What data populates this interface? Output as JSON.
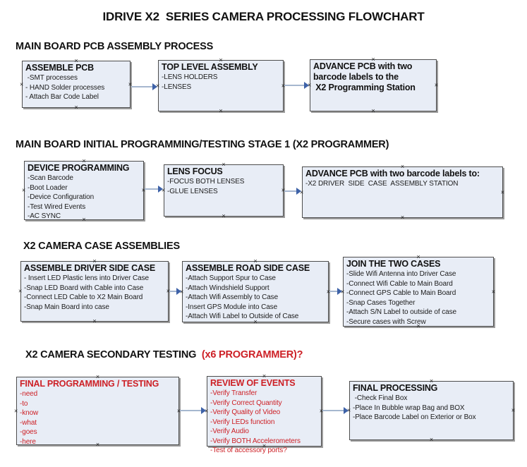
{
  "title": "IDRIVE X2  SERIES CAMERA PROCESSING FLOWCHART",
  "colors": {
    "box_fill": "#e8edf6",
    "box_border": "#4d4d4d",
    "box_shadow": "#9c9c9c",
    "red_text": "#cd2026",
    "arrow_line": "#a6b7cf",
    "arrow_head": "#3e62a8",
    "text": "#111111",
    "background": "#ffffff"
  },
  "icons": {
    "glue_point": "×",
    "arrow_head": "►"
  },
  "sections": [
    {
      "header": "MAIN BOARD PCB ASSEMBLY PROCESS",
      "boxes": [
        {
          "title": "ASSEMBLE PCB",
          "lines": [
            " -SMT processes",
            "- HAND Solder processes",
            "- Attach Bar Code Label"
          ]
        },
        {
          "title": "TOP LEVEL ASSEMBLY",
          "lines": [
            "-LENS HOLDERS",
            "-LENSES"
          ]
        },
        {
          "title": "ADVANCE PCB with two\nbarcode labels to the\n X2 Programming Station",
          "lines": []
        }
      ]
    },
    {
      "header": "MAIN BOARD INITIAL PROGRAMMING/TESTING STAGE 1 (X2 PROGRAMMER)",
      "boxes": [
        {
          "title": "DEVICE PROGRAMMING",
          "lines": [
            "-Scan Barcode",
            "-Boot Loader",
            "-Device Configuration",
            "-Test Wired Events",
            "-AC SYNC"
          ]
        },
        {
          "title": "LENS FOCUS",
          "lines": [
            "-FOCUS BOTH LENSES",
            "-GLUE LENSES"
          ]
        },
        {
          "title": "ADVANCE PCB with two barcode labels to:",
          "lines": [
            "-X2 DRIVER  SIDE  CASE  ASSEMBLY STATION"
          ]
        }
      ]
    },
    {
      "header": "X2 CAMERA CASE ASSEMBLIES",
      "boxes": [
        {
          "title": "ASSEMBLE DRIVER SIDE CASE",
          "lines": [
            "- Insert LED Plastic lens into Driver Case",
            "-Snap LED Board with Cable into Case",
            "-Connect LED Cable to X2 Main Board",
            "-Snap Main Board into case"
          ]
        },
        {
          "title": "ASSEMBLE ROAD SIDE CASE",
          "lines": [
            "-Attach Support Spur to Case",
            "-Attach Windshield Support",
            "-Attach Wifi Assembly to Case",
            "-Insert GPS Module into Case",
            "-Attach Wifi Label to Outside of Case"
          ]
        },
        {
          "title": "JOIN THE TWO CASES",
          "lines": [
            "-Slide Wifi Antenna into Driver Case",
            "-Connect Wifi Cable to Main Board",
            "-Connect GPS Cable to Main Board",
            "-Snap Cases Together",
            "-Attach S/N Label to outside of case",
            "-Secure cases with Screw"
          ]
        }
      ]
    },
    {
      "header": "X2 CAMERA SECONDARY TESTING  ",
      "header_red": "(x6 PROGRAMMER)?",
      "boxes": [
        {
          "title": "FINAL PROGRAMMING / TESTING",
          "lines": [
            "-need",
            "-to",
            "-know",
            "-what",
            "-goes",
            "-here"
          ]
        },
        {
          "title": "REVIEW OF EVENTS",
          "lines": [
            "-Verify Transfer",
            "-Verify Correct Quantity",
            "-Verify Quality of Video",
            "-Verify LEDs function",
            "-Verify Audio",
            "-Verify BOTH Accelerometers",
            "-Test of accessory ports?"
          ]
        },
        {
          "title": "FINAL PROCESSING",
          "lines": [
            " -Check Final Box",
            "-Place In Bubble wrap Bag and BOX",
            "-Place Barcode Label on Exterior or Box"
          ]
        }
      ]
    }
  ]
}
